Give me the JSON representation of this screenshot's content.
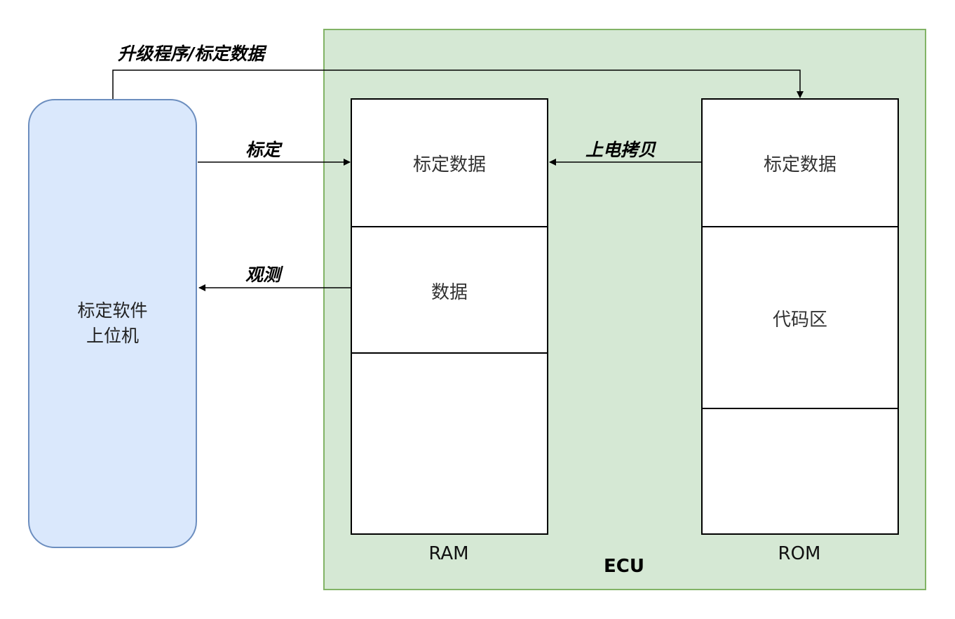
{
  "nodes": {
    "host": {
      "line1": "标定软件",
      "line2": "上位机"
    },
    "ram": {
      "label": "RAM",
      "cells": [
        "标定数据",
        "数据",
        ""
      ]
    },
    "rom": {
      "label": "ROM",
      "cells": [
        "标定数据",
        "代码区",
        ""
      ]
    },
    "ecu": {
      "label": "ECU"
    }
  },
  "edges": {
    "upgrade": "升级程序/标定数据",
    "calibrate": "标定",
    "observe": "观测",
    "power_copy": "上电拷贝"
  },
  "colors": {
    "ecu_fill": "#d5e8d4",
    "ecu_border": "#82b366",
    "host_fill": "#dae8fc",
    "host_border": "#6c8ebf"
  }
}
